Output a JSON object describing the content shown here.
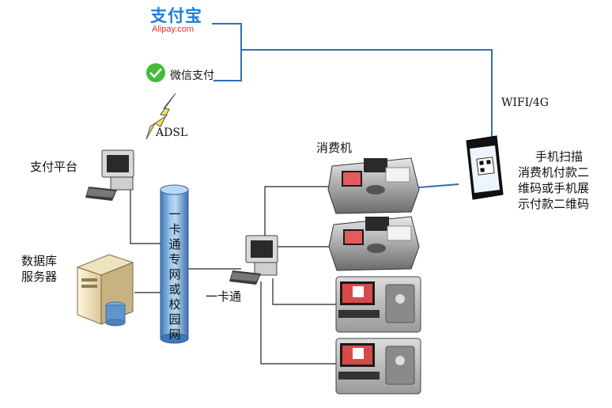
{
  "alipay": {
    "brand": "支付宝",
    "domain": "Alipay.com"
  },
  "wechat": {
    "label": "微信支付"
  },
  "labels": {
    "adsl": "ADSL",
    "payment_platform": "支付平台",
    "database_server_line1": "数据库",
    "database_server_line2": "服务器",
    "pos_machine": "消费机",
    "wifi_4g": "WIFI/4G",
    "card_system": "一卡通",
    "network_tube": "一卡通专网或校园网",
    "phone_desc_line1": "手机扫描",
    "phone_desc_line2": "消费机付款二",
    "phone_desc_line3": "维码或手机展",
    "phone_desc_line4": "示付款二维码"
  },
  "colors": {
    "alipay_blue": "#1E7FD8",
    "alipay_red": "#E4322B",
    "wechat_green": "#46BB36",
    "blue_link": "#2F6FB5",
    "tube_blue": "#6EA3D9",
    "lightning_yellow": "#F6E24A"
  }
}
